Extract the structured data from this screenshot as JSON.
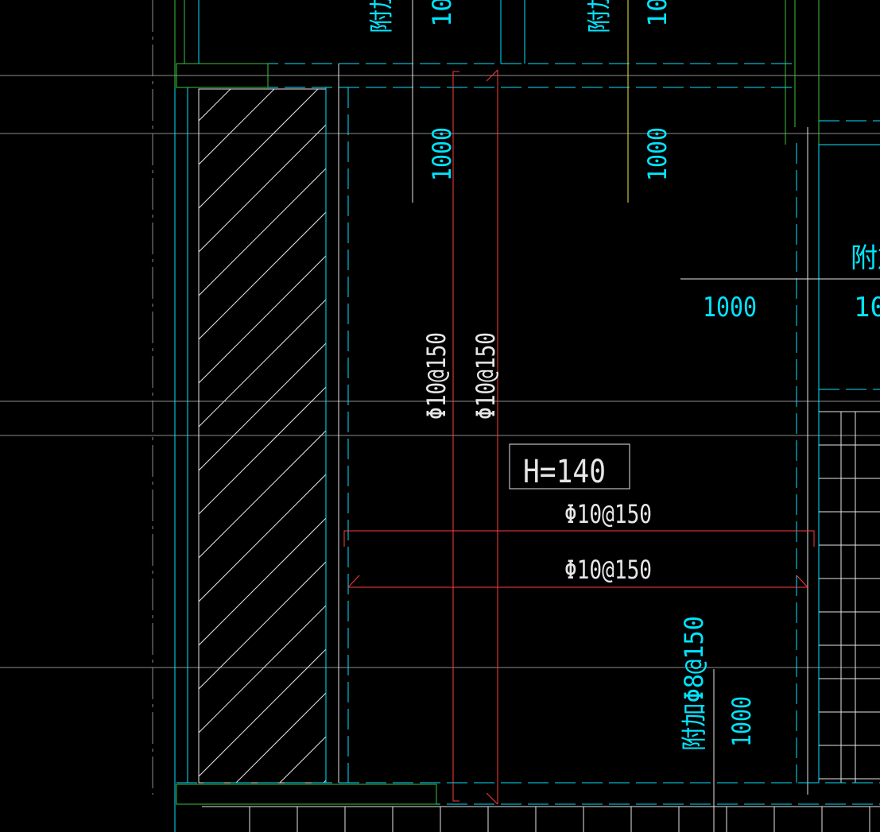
{
  "drawing": {
    "slab_thickness_label": "H=140",
    "vertical_rebar_1": "Φ10@150",
    "vertical_rebar_2": "Φ10@150",
    "horizontal_rebar_top": "Φ10@150",
    "horizontal_rebar_bottom": "Φ10@150",
    "extra_rebar_label": "附加Φ8@150",
    "top_left_extra_partial": "附加",
    "top_left_length_partial": "1000",
    "top_mid_extra_partial": "附加",
    "top_mid_length_partial": "1000",
    "dim_left_upper": "1000",
    "dim_mid_upper": "1000",
    "right_extra_partial": "附加",
    "dim_right_horizontal": "1000",
    "dim_right_horizontal_partial": "10",
    "dim_bottom_right": "1000"
  },
  "colors": {
    "background": "#000000",
    "cyan": "#00e5ff",
    "yellow": "#e8e84a",
    "red": "#ff3b3b",
    "green": "#3cc23c",
    "white": "#e6e6e6",
    "gray": "#9a9a9a"
  }
}
